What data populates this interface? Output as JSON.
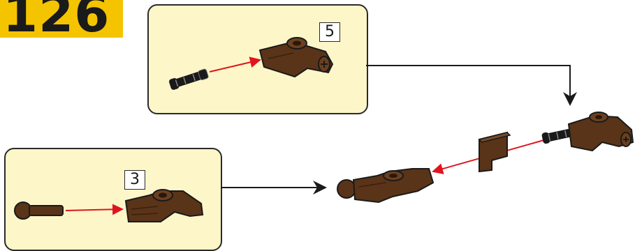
{
  "step": {
    "number": "126",
    "badge_color": "#f4c400"
  },
  "callouts": [
    {
      "quantity": "5",
      "parts": [
        "black-axle-pin",
        "brown-angle-connector"
      ]
    },
    {
      "quantity": "3",
      "parts": [
        "brown-ball-joint-pin",
        "brown-angle-connector"
      ]
    }
  ],
  "colors": {
    "callout_background": "#fdf6c9",
    "part_brown": "#5a3418",
    "part_black": "#1a1a1a",
    "assembly_arrow": "#e0141e",
    "flow_arrow": "#1a1a1a"
  },
  "main_parts": [
    "brown-angle-connector",
    "brown-ball-joint",
    "brown-bracket-plate",
    "black-axle-pin"
  ]
}
